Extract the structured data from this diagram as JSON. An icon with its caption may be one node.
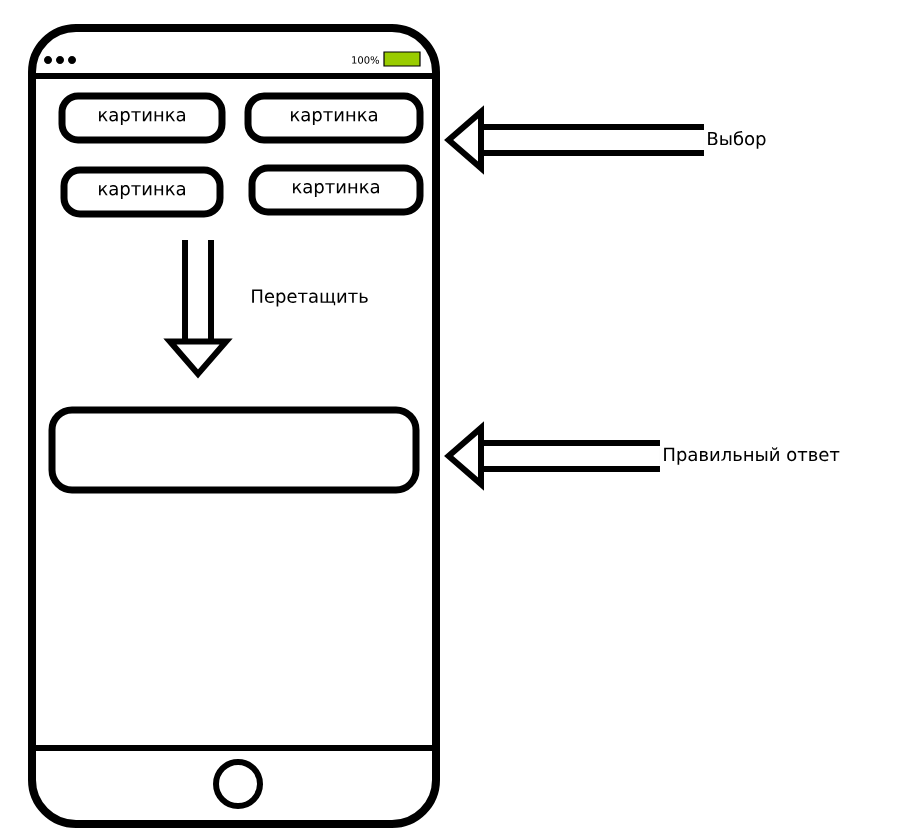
{
  "diagram": {
    "nodes": [
      {
        "text": [],
        "shape": "box"
      },
      {
        "text": [
          "картинка"
        ],
        "in": 0
      },
      {
        "text": [
          "картинка"
        ],
        "in": 0
      },
      {
        "text": [
          "картинка"
        ],
        "in": 0
      },
      {
        "text": [
          "картинка"
        ],
        "in": 0
      },
      {
        "text": [],
        "shape": "box",
        "in": 0
      },
      {
        "text": [
          "Выбор"
        ]
      },
      {
        "text": [
          "Правильный ответ"
        ]
      }
    ],
    "edges": [
      {
        "from": 6,
        "to": 0,
        "arrow": "to"
      },
      {
        "from": null,
        "to": 5,
        "arrow": "to",
        "label": "Перетащить"
      },
      {
        "from": 7,
        "to": 0,
        "arrow": "to"
      }
    ],
    "labels": [
      "100%"
    ]
  }
}
